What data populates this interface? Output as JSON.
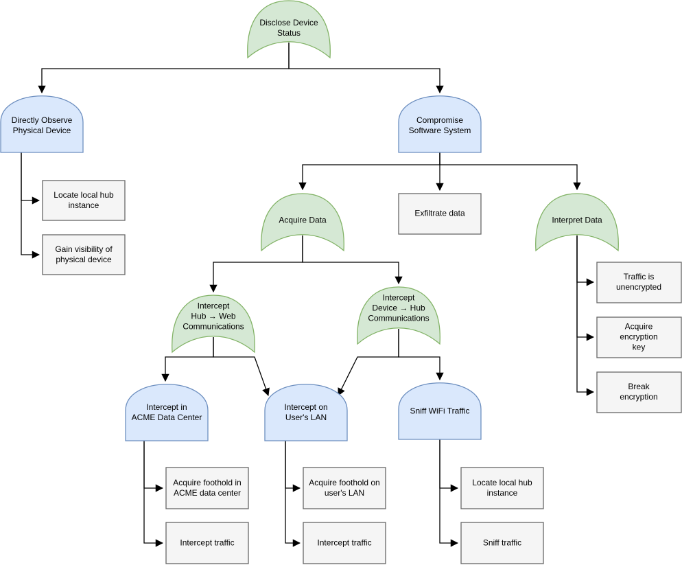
{
  "diagram": {
    "kind": "attack-tree",
    "colors": {
      "or_gate_fill": "#d5e8d4",
      "or_gate_stroke": "#82b366",
      "and_gate_fill": "#dae8fc",
      "and_gate_stroke": "#6c8ebf",
      "leaf_fill": "#f5f5f5",
      "leaf_stroke": "#666666",
      "connector": "#000000",
      "text": "#000000"
    },
    "nodes": {
      "disclose-device-status": {
        "label": "Disclose Device\nStatus",
        "type": "or-gate"
      },
      "directly-observe-physical-device": {
        "label": "Directly Observe\nPhysical Device",
        "type": "and-gate"
      },
      "compromise-software-system": {
        "label": "Compromise\nSoftware System",
        "type": "and-gate"
      },
      "locate-local-hub-instance-left": {
        "label": "Locate local hub\ninstance",
        "type": "leaf"
      },
      "gain-visibility-of-physical-device": {
        "label": "Gain visibility of\nphysical device",
        "type": "leaf"
      },
      "acquire-data": {
        "label": "Acquire Data",
        "type": "or-gate"
      },
      "exfiltrate-data": {
        "label": "Exfiltrate data",
        "type": "leaf"
      },
      "interpret-data": {
        "label": "Interpret Data",
        "type": "or-gate"
      },
      "intercept-hub-web-communications": {
        "label": "Intercept\nHub → Web\nCommunications",
        "type": "or-gate"
      },
      "intercept-device-hub-communications": {
        "label": "Intercept\nDevice → Hub\nCommunications",
        "type": "or-gate"
      },
      "intercept-in-acme-data-center": {
        "label": "Intercept in\nACME Data Center",
        "type": "and-gate"
      },
      "intercept-on-users-lan": {
        "label": "Intercept on\nUser's LAN",
        "type": "and-gate"
      },
      "sniff-wifi-traffic": {
        "label": "Sniff WiFi Traffic",
        "type": "and-gate"
      },
      "acquire-foothold-in-acme-data-center": {
        "label": "Acquire foothold in\nACME data center",
        "type": "leaf"
      },
      "intercept-traffic-acme": {
        "label": "Intercept traffic",
        "type": "leaf"
      },
      "acquire-foothold-on-users-lan": {
        "label": "Acquire foothold on\nuser's LAN",
        "type": "leaf"
      },
      "intercept-traffic-lan": {
        "label": "Intercept traffic",
        "type": "leaf"
      },
      "locate-local-hub-instance-sniff": {
        "label": "Locate local hub\ninstance",
        "type": "leaf"
      },
      "sniff-traffic": {
        "label": "Sniff traffic",
        "type": "leaf"
      },
      "traffic-is-unencrypted": {
        "label": "Traffic is unencrypted",
        "type": "leaf"
      },
      "acquire-encryption-key": {
        "label": "Acquire encryption\nkey",
        "type": "leaf"
      },
      "break-encryption": {
        "label": "Break encryption",
        "type": "leaf"
      }
    },
    "edges": [
      {
        "from": "disclose-device-status",
        "to": "directly-observe-physical-device"
      },
      {
        "from": "disclose-device-status",
        "to": "compromise-software-system"
      },
      {
        "from": "directly-observe-physical-device",
        "to": "locate-local-hub-instance-left"
      },
      {
        "from": "directly-observe-physical-device",
        "to": "gain-visibility-of-physical-device"
      },
      {
        "from": "compromise-software-system",
        "to": "acquire-data"
      },
      {
        "from": "compromise-software-system",
        "to": "exfiltrate-data"
      },
      {
        "from": "compromise-software-system",
        "to": "interpret-data"
      },
      {
        "from": "acquire-data",
        "to": "intercept-hub-web-communications"
      },
      {
        "from": "acquire-data",
        "to": "intercept-device-hub-communications"
      },
      {
        "from": "intercept-hub-web-communications",
        "to": "intercept-in-acme-data-center"
      },
      {
        "from": "intercept-hub-web-communications",
        "to": "intercept-on-users-lan"
      },
      {
        "from": "intercept-device-hub-communications",
        "to": "intercept-on-users-lan"
      },
      {
        "from": "intercept-device-hub-communications",
        "to": "sniff-wifi-traffic"
      },
      {
        "from": "intercept-in-acme-data-center",
        "to": "acquire-foothold-in-acme-data-center"
      },
      {
        "from": "intercept-in-acme-data-center",
        "to": "intercept-traffic-acme"
      },
      {
        "from": "intercept-on-users-lan",
        "to": "acquire-foothold-on-users-lan"
      },
      {
        "from": "intercept-on-users-lan",
        "to": "intercept-traffic-lan"
      },
      {
        "from": "sniff-wifi-traffic",
        "to": "locate-local-hub-instance-sniff"
      },
      {
        "from": "sniff-wifi-traffic",
        "to": "sniff-traffic"
      },
      {
        "from": "interpret-data",
        "to": "traffic-is-unencrypted"
      },
      {
        "from": "interpret-data",
        "to": "acquire-encryption-key"
      },
      {
        "from": "interpret-data",
        "to": "break-encryption"
      }
    ]
  }
}
